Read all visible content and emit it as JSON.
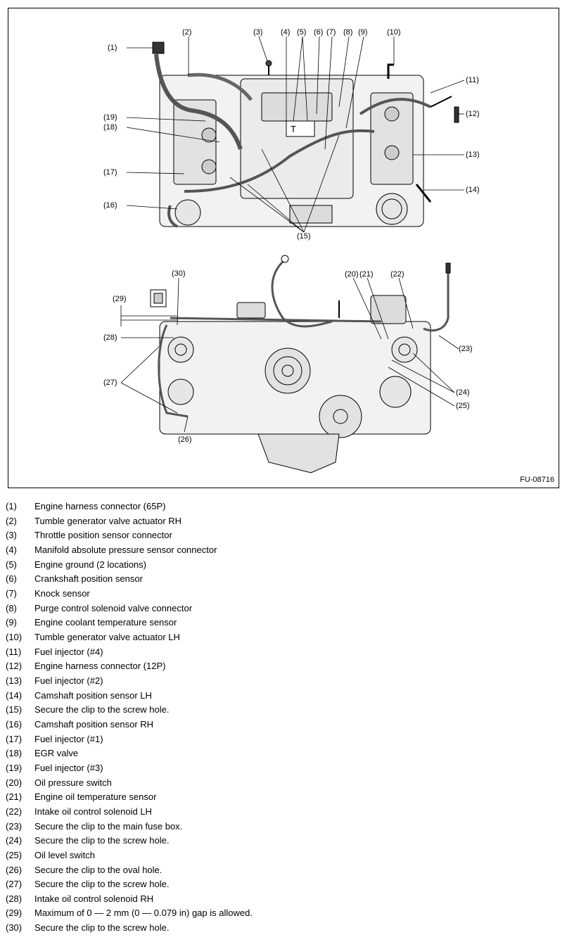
{
  "figure_id": "FU-08716",
  "center_mark": "T",
  "callouts": {
    "c1": "(1)",
    "c2": "(2)",
    "c3": "(3)",
    "c4": "(4)",
    "c5": "(5)",
    "c6": "(6)",
    "c7": "(7)",
    "c8": "(8)",
    "c9": "(9)",
    "c10": "(10)",
    "c11": "(11)",
    "c12": "(12)",
    "c13": "(13)",
    "c14": "(14)",
    "c15": "(15)",
    "c16": "(16)",
    "c17": "(17)",
    "c18": "(18)",
    "c19": "(19)",
    "c20": "(20)",
    "c21": "(21)",
    "c22": "(22)",
    "c23": "(23)",
    "c24": "(24)",
    "c25": "(25)",
    "c26": "(26)",
    "c27": "(27)",
    "c28": "(28)",
    "c29": "(29)",
    "c30": "(30)"
  },
  "legend": [
    {
      "num": "(1)",
      "text": "Engine harness connector (65P)"
    },
    {
      "num": "(2)",
      "text": "Tumble generator valve actuator RH"
    },
    {
      "num": "(3)",
      "text": "Throttle position sensor connector"
    },
    {
      "num": "(4)",
      "text": "Manifold absolute pressure sensor connector"
    },
    {
      "num": "(5)",
      "text": "Engine ground (2 locations)"
    },
    {
      "num": "(6)",
      "text": "Crankshaft position sensor"
    },
    {
      "num": "(7)",
      "text": "Knock sensor"
    },
    {
      "num": "(8)",
      "text": "Purge control solenoid valve connector"
    },
    {
      "num": "(9)",
      "text": "Engine coolant temperature sensor"
    },
    {
      "num": "(10)",
      "text": "Tumble generator valve actuator LH"
    },
    {
      "num": "(11)",
      "text": "Fuel injector (#4)"
    },
    {
      "num": "(12)",
      "text": "Engine harness connector (12P)"
    },
    {
      "num": "(13)",
      "text": "Fuel injector (#2)"
    },
    {
      "num": "(14)",
      "text": "Camshaft position sensor LH"
    },
    {
      "num": "(15)",
      "text": "Secure the clip to the screw hole."
    },
    {
      "num": "(16)",
      "text": "Camshaft position sensor RH"
    },
    {
      "num": "(17)",
      "text": "Fuel injector (#1)"
    },
    {
      "num": "(18)",
      "text": "EGR valve"
    },
    {
      "num": "(19)",
      "text": "Fuel injector (#3)"
    },
    {
      "num": "(20)",
      "text": "Oil pressure switch"
    },
    {
      "num": "(21)",
      "text": "Engine oil temperature sensor"
    },
    {
      "num": "(22)",
      "text": "Intake oil control solenoid LH"
    },
    {
      "num": "(23)",
      "text": "Secure the clip to the main fuse box."
    },
    {
      "num": "(24)",
      "text": "Secure the clip to the screw hole."
    },
    {
      "num": "(25)",
      "text": "Oil level switch"
    },
    {
      "num": "(26)",
      "text": "Secure the clip to the oval hole."
    },
    {
      "num": "(27)",
      "text": "Secure the clip to the screw hole."
    },
    {
      "num": "(28)",
      "text": "Intake oil control solenoid RH"
    },
    {
      "num": "(29)",
      "text": "Maximum of 0 — 2 mm (0 — 0.079 in) gap is allowed."
    },
    {
      "num": "(30)",
      "text": "Secure the clip to the screw hole."
    }
  ]
}
